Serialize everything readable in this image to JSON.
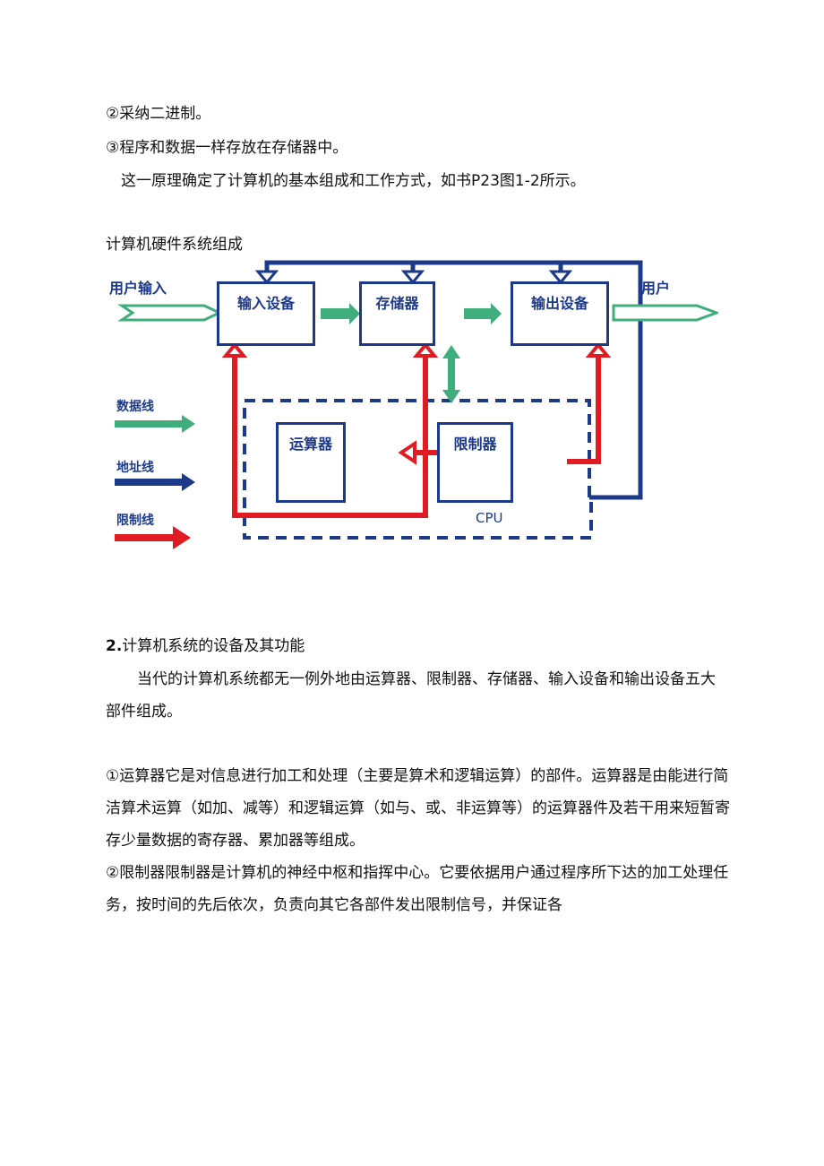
{
  "intro": {
    "line1": "②采纳二进制。",
    "line2": "③程序和数据一样存放在存储器中。",
    "line3": "这一原理确定了计算机的基本组成和工作方式，如书P23图1-2所示。"
  },
  "diagram": {
    "caption": "计算机硬件系统组成",
    "user_input": "用户输入",
    "user_output": "用户",
    "input_device": "输入设备",
    "memory": "存储器",
    "output_device": "输出设备",
    "alu": "运算器",
    "controller": "限制器",
    "cpu": "CPU",
    "legend_data": "数据线",
    "legend_address": "地址线",
    "legend_control": "限制线",
    "colors": {
      "data": "#3fae7c",
      "address": "#1d3a8a",
      "control": "#e11b22"
    }
  },
  "section2": {
    "heading_num": "2.",
    "heading_text": "计算机系统的设备及其功能",
    "p1_line1": "当代的计算机系统都无一例外地由运算器、限制器、存储器、输入设备和输出设备五大",
    "p1_line2": "部件组成。",
    "p2_line1": "①运算器它是对信息进行加工和处理（主要是算术和逻辑运算）的部件。运算器是由能进行简",
    "p2_line2": "洁算术运算（如加、减等）和逻辑运算（如与、或、非运算等）的运算器件及若干用来短暂寄",
    "p2_line3": "存少量数据的寄存器、累加器等组成。",
    "p3_line1": "②限制器限制器是计算机的神经中枢和指挥中心。它要依据用户通过程序所下达的加工处理任",
    "p3_line2": "务，按时间的先后依次，负责向其它各部件发出限制信号，并保证各"
  }
}
